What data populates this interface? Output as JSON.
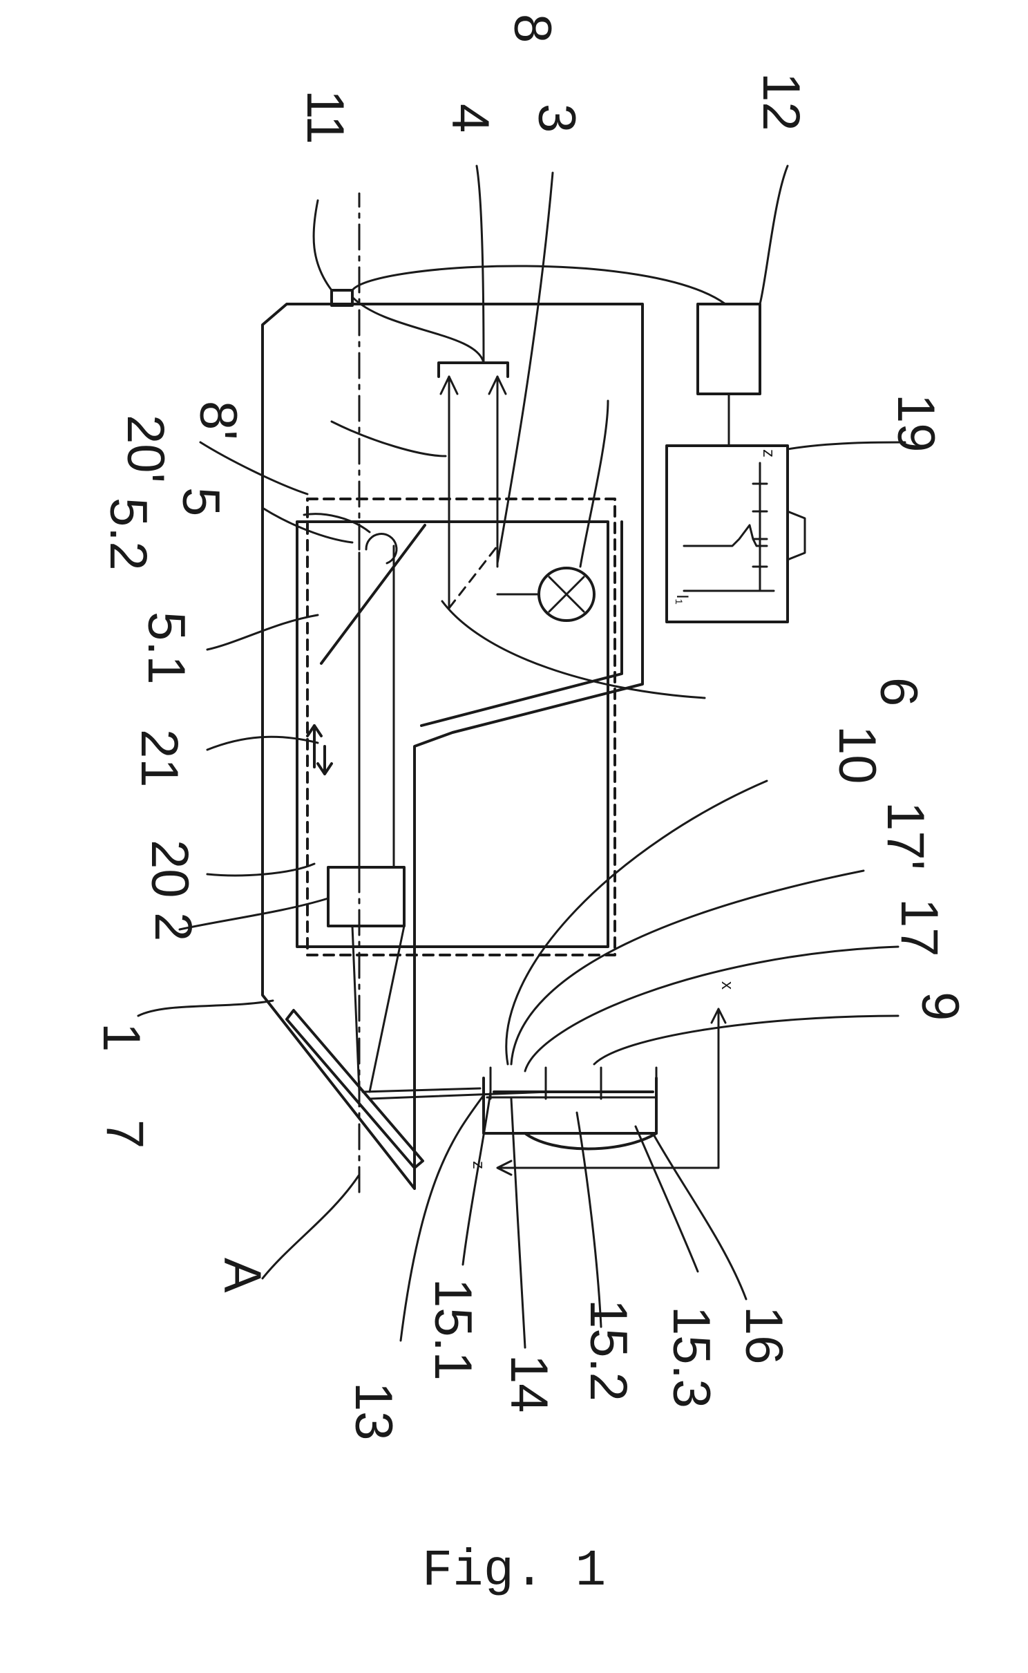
{
  "figure": {
    "caption": "Fig. 1",
    "labels": {
      "l1": "1",
      "l2": "2",
      "l3": "3",
      "l4": "4",
      "l5": "5",
      "l5_1": "5.1",
      "l5_2": "5.2",
      "l6": "6",
      "l7": "7",
      "l8": "8",
      "l8p": "8'",
      "l9": "9",
      "l10": "10",
      "l11": "11",
      "l12": "12",
      "l13": "13",
      "l14": "14",
      "l15_1": "15.1",
      "l15_2": "15.2",
      "l15_3": "15.3",
      "l16": "16",
      "l17": "17",
      "l17p": "17'",
      "l19": "19",
      "l20": "20",
      "l20p": "20'",
      "l21": "21",
      "lA": "A",
      "axis_x": "x",
      "axis_z": "z",
      "display_y": "I₁",
      "display_x": "z"
    }
  }
}
